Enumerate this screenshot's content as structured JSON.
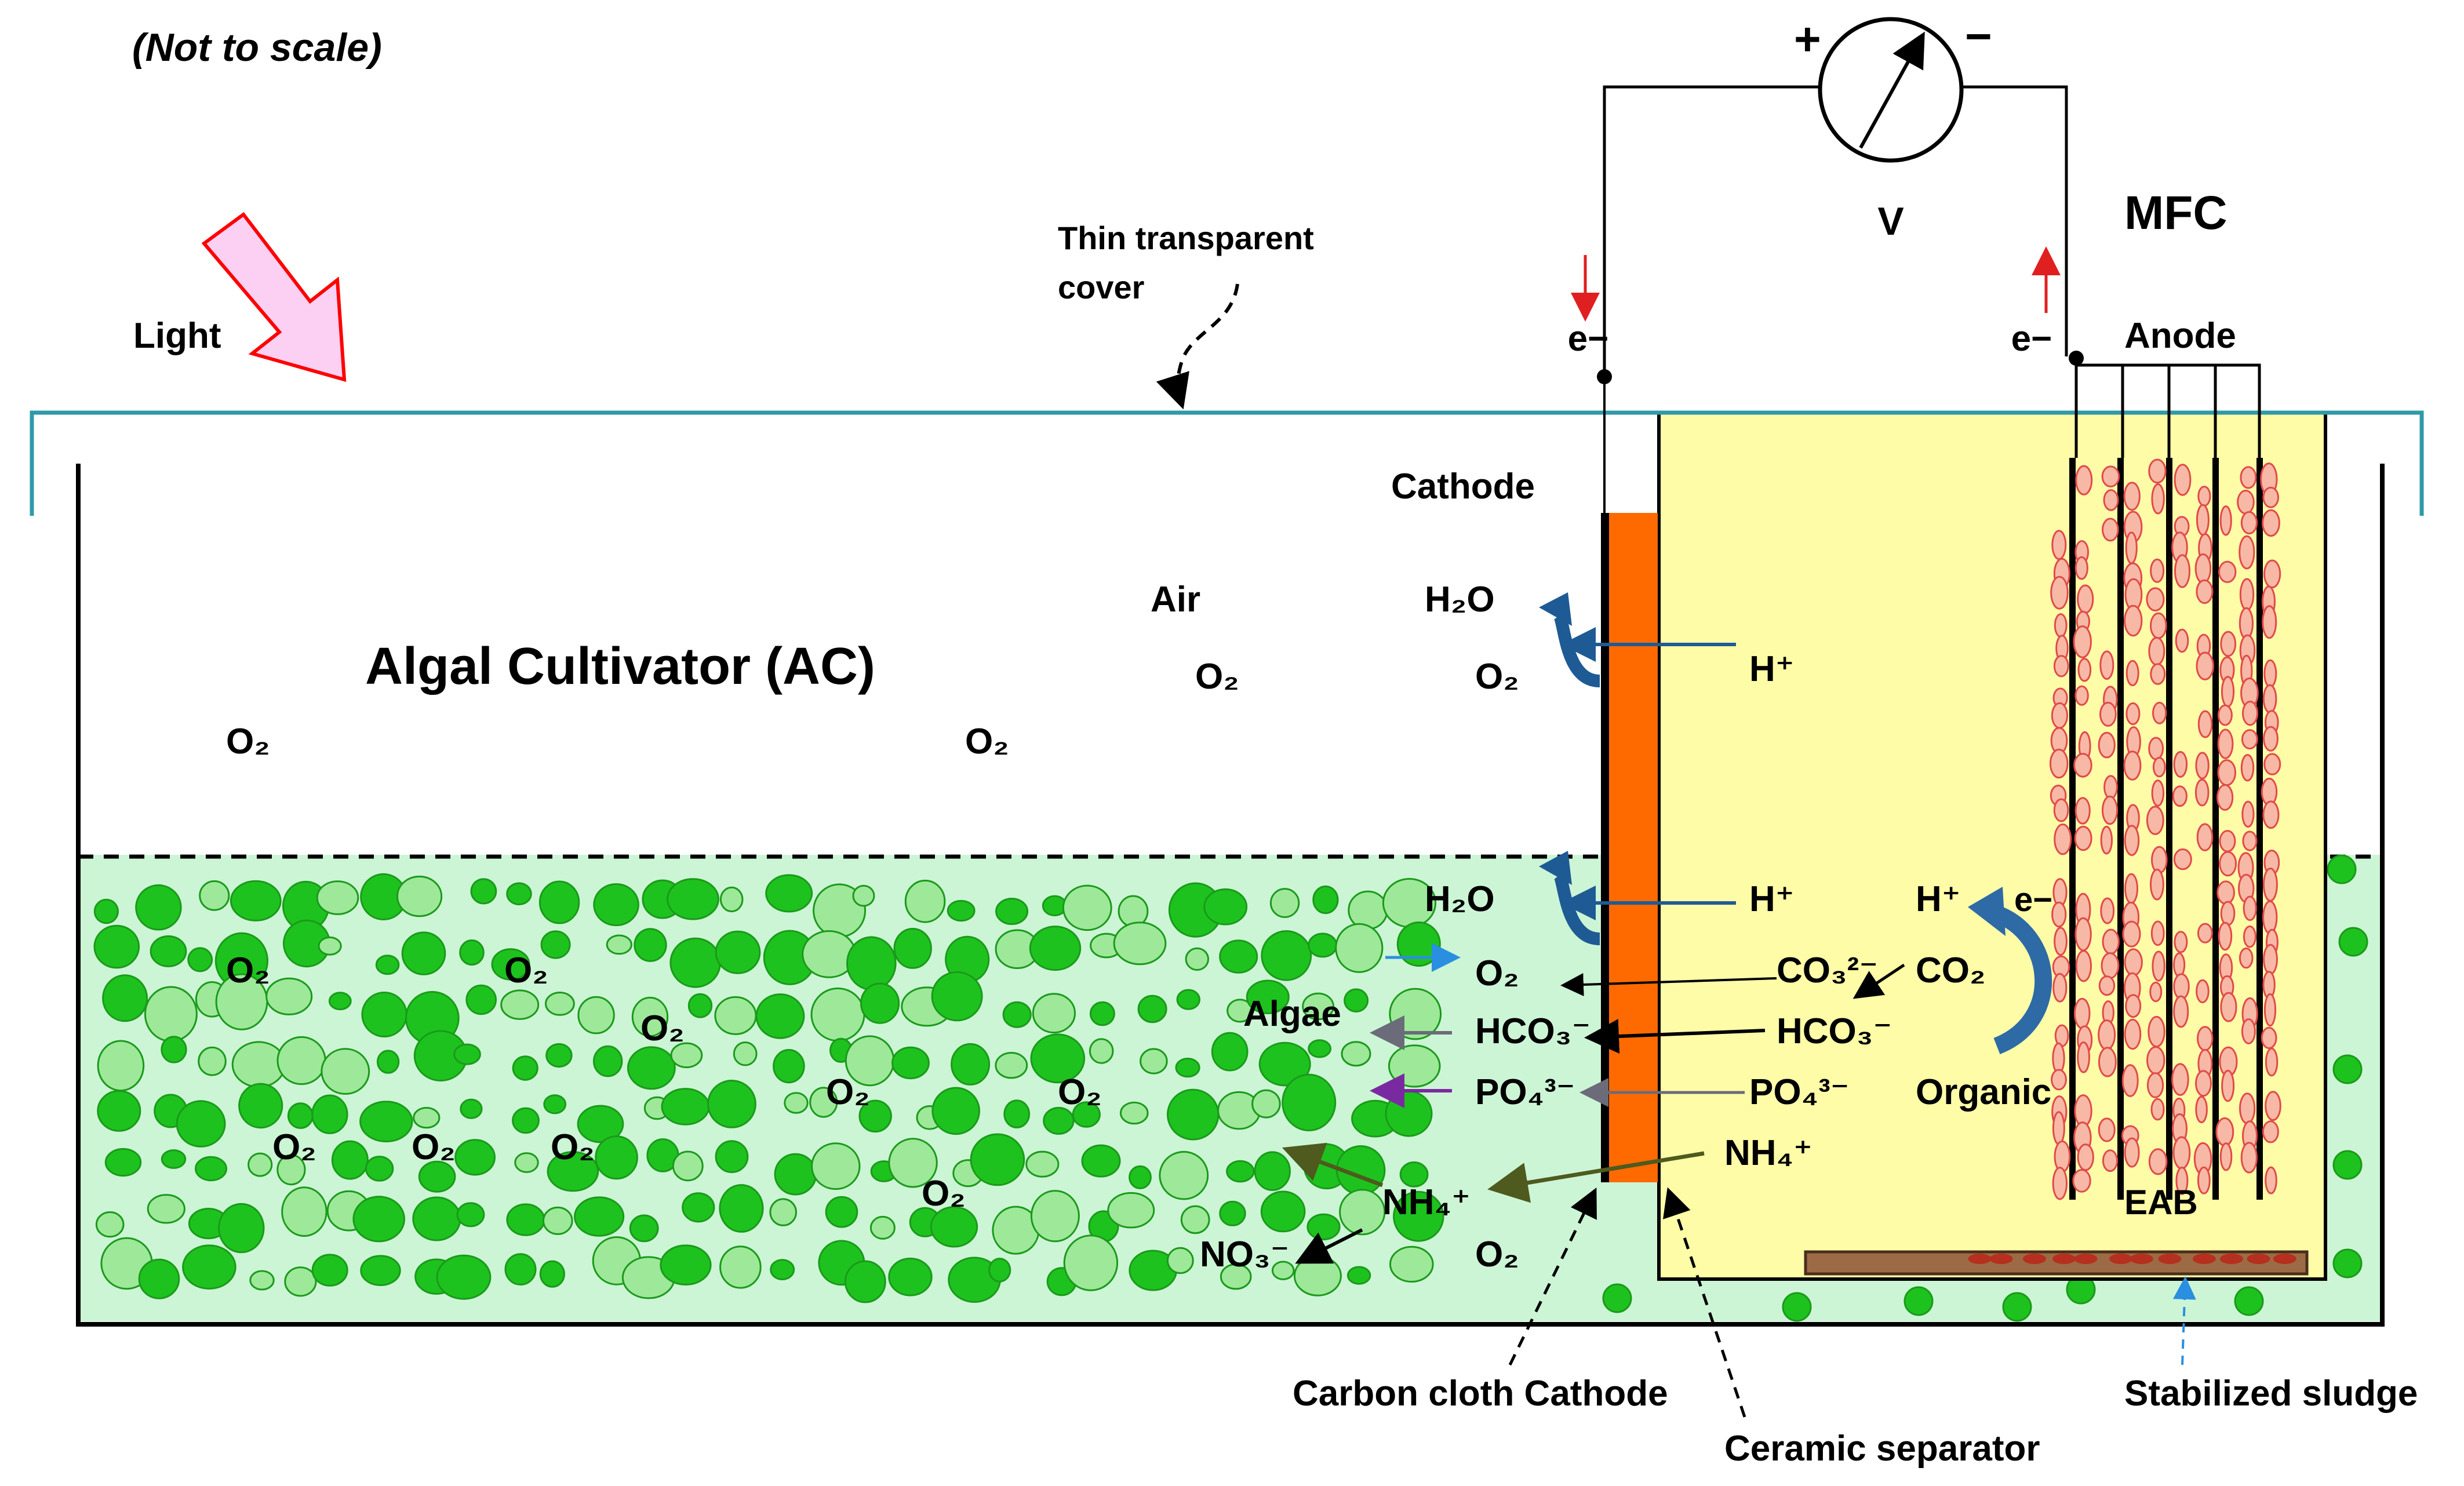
{
  "note": "(Not to scale)",
  "light_label": "Light",
  "cover_label_line1": "Thin transparent",
  "cover_label_line2": "cover",
  "meter": {
    "label": "V",
    "plus": "+",
    "minus": "−"
  },
  "mfc_label": "MFC",
  "electron": "e−",
  "anode_label": "Anode",
  "cathode_label": "Cathode",
  "ac_title": "Algal Cultivator (AC)",
  "air_label": "Air",
  "eab_label": "EAB",
  "algae_label": "Algae",
  "organic_label": "Organic",
  "species": {
    "h2o": "H₂O",
    "o2": "O₂",
    "h_plus": "H⁺",
    "co3": "CO₃²⁻",
    "co2": "CO₂",
    "hco3": "HCO₃⁻",
    "po4": "PO₄³⁻",
    "nh4": "NH₄⁺",
    "no3": "NO₃⁻"
  },
  "bottom_labels": {
    "carbon_cloth": "Carbon cloth Cathode",
    "ceramic": "Ceramic separator",
    "sludge": "Stabilized sludge"
  },
  "colors": {
    "algae_water": "#ccf5d6",
    "algae_cell": "#1ec21e",
    "mfc_chamber": "#fffca8",
    "cathode_orange": "#ff6a00",
    "cover_teal": "#2e9aa7",
    "bacteria_fill": "#f7b9a6",
    "bacteria_stroke": "#e14a4a",
    "sludge": "#9c6b46",
    "blue_arrow": "#1e5b94",
    "light_arrow_fill": "#fbd0f2",
    "light_arrow_stroke": "#ff0000"
  }
}
